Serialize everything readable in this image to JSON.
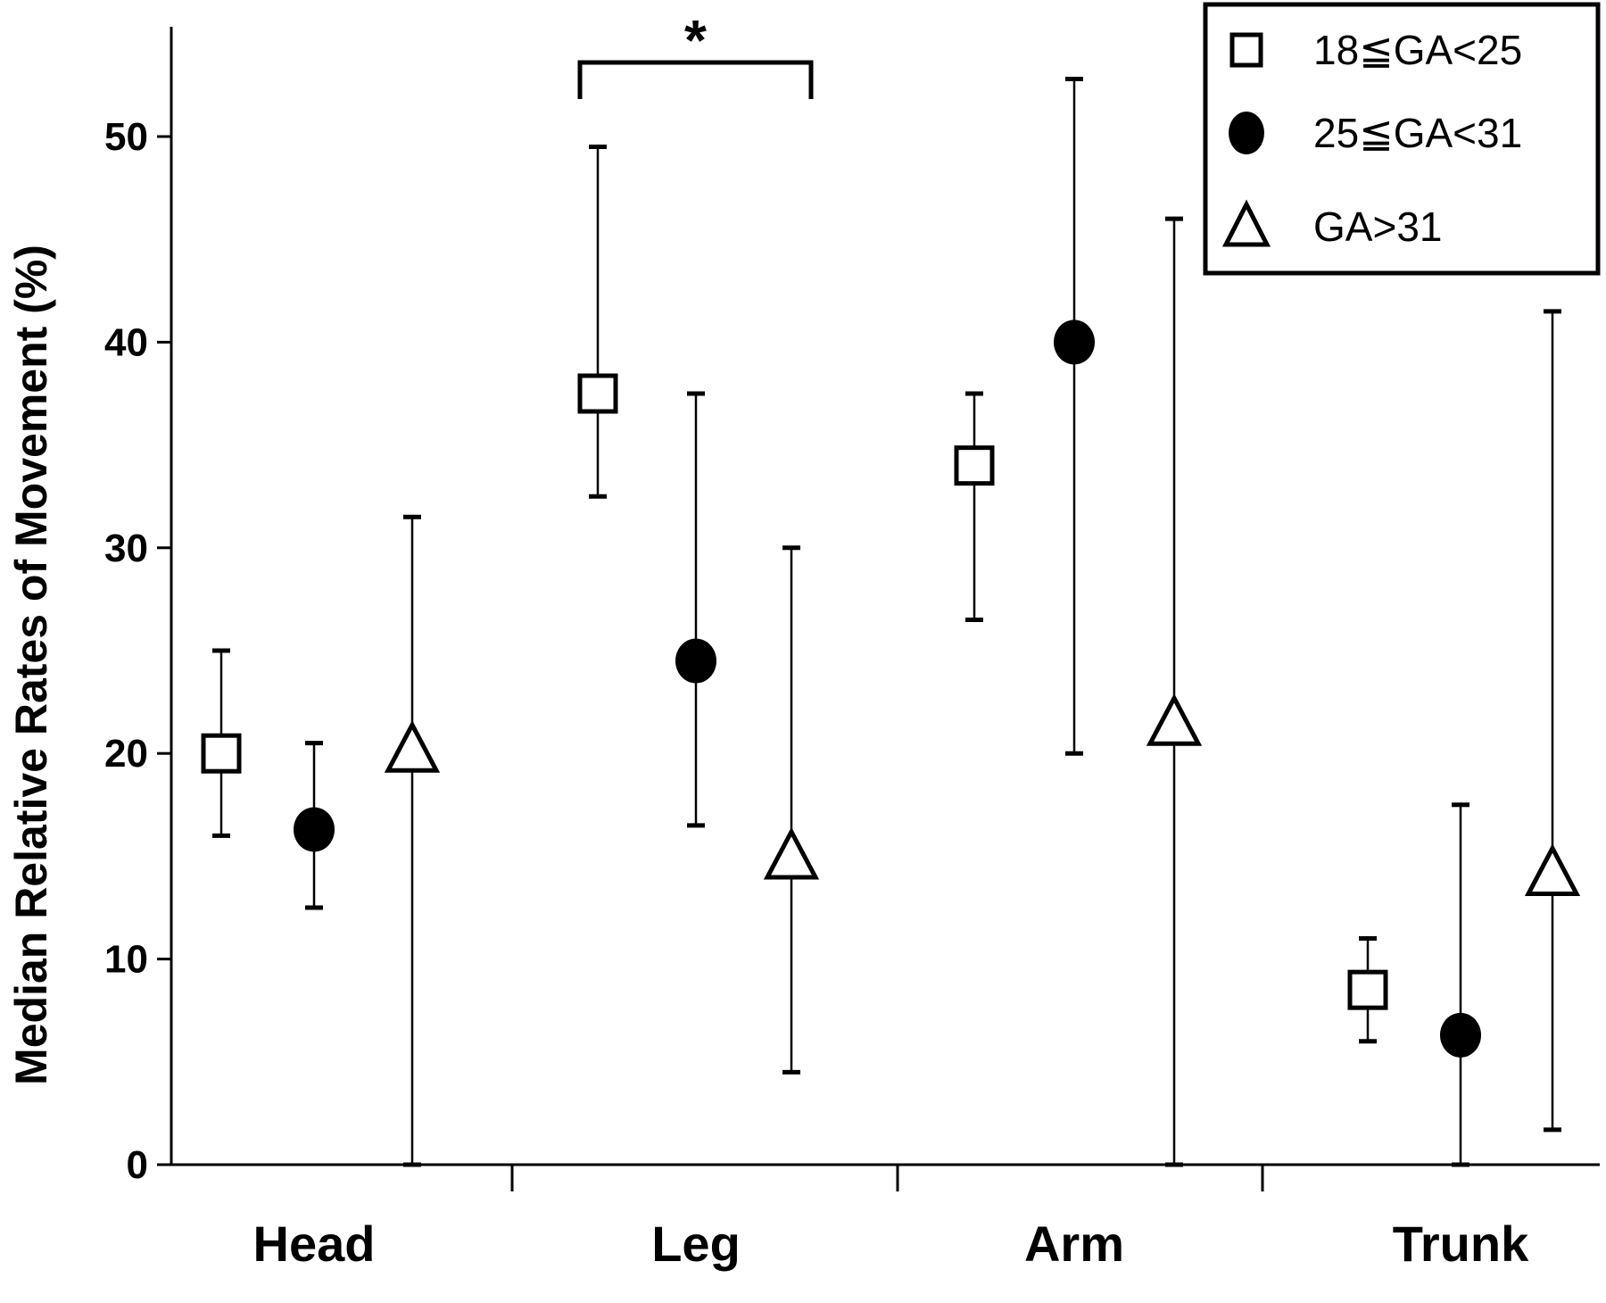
{
  "chart_data": {
    "type": "scatter",
    "ylabel": "Median Relative Rates of Movement (%)",
    "xlabel": "",
    "ylim": [
      0,
      55
    ],
    "yticks": [
      "0",
      "10",
      "20",
      "30",
      "40",
      "50"
    ],
    "categories": [
      "Head",
      "Leg",
      "Arm",
      "Trunk"
    ],
    "series": [
      {
        "name": "18≦GA<25",
        "marker": "open-square",
        "values": [
          20,
          37.5,
          34,
          8.5
        ],
        "lower": [
          16,
          32.5,
          26.5,
          6
        ],
        "upper": [
          25,
          49.5,
          37.5,
          11
        ]
      },
      {
        "name": "25≦GA<31",
        "marker": "filled-circle",
        "values": [
          16.3,
          24.5,
          40,
          6.3
        ],
        "lower": [
          12.5,
          16.5,
          20,
          0
        ],
        "upper": [
          20.5,
          37.5,
          52.8,
          17.5
        ]
      },
      {
        "name": "GA>31",
        "marker": "open-triangle",
        "values": [
          20,
          14.8,
          21.3,
          14
        ],
        "lower": [
          0,
          4.5,
          0,
          1.7
        ],
        "upper": [
          31.5,
          30,
          46,
          41.5
        ]
      }
    ],
    "annotations": [
      {
        "text": "*",
        "category": "Leg",
        "from_series": 0,
        "to_series": 2,
        "y": 52
      }
    ],
    "legend": {
      "position": "top-right"
    },
    "grid": false
  }
}
